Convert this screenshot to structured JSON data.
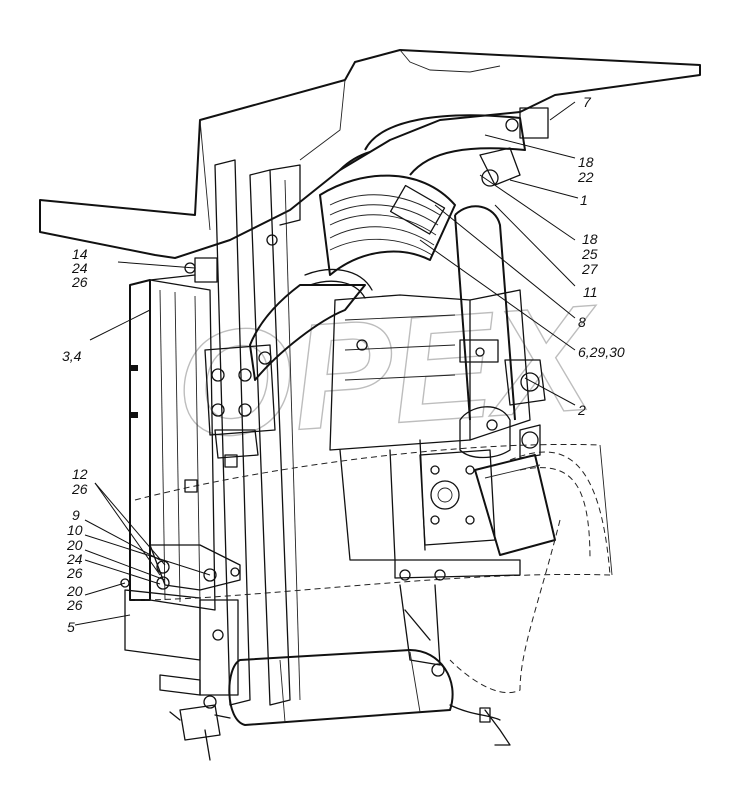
{
  "watermark": "OPEX",
  "callouts": {
    "c7": "7",
    "c18a": "18",
    "c22": "22",
    "c1": "1",
    "c18b": "18",
    "c25": "25",
    "c27": "27",
    "c11": "11",
    "c8": "8",
    "c62930": "6,29,30",
    "c2": "2",
    "c14": "14",
    "c24a": "24",
    "c26a": "26",
    "c34": "3,4",
    "c12": "12",
    "c26b": "26",
    "c9": "9",
    "c10": "10",
    "c20a": "20",
    "c24b": "24",
    "c26c": "26",
    "c20b": "20",
    "c26d": "26",
    "c5": "5"
  },
  "colors": {
    "line": "#111111",
    "watermark": "#bdbdbd",
    "background": "#ffffff"
  }
}
